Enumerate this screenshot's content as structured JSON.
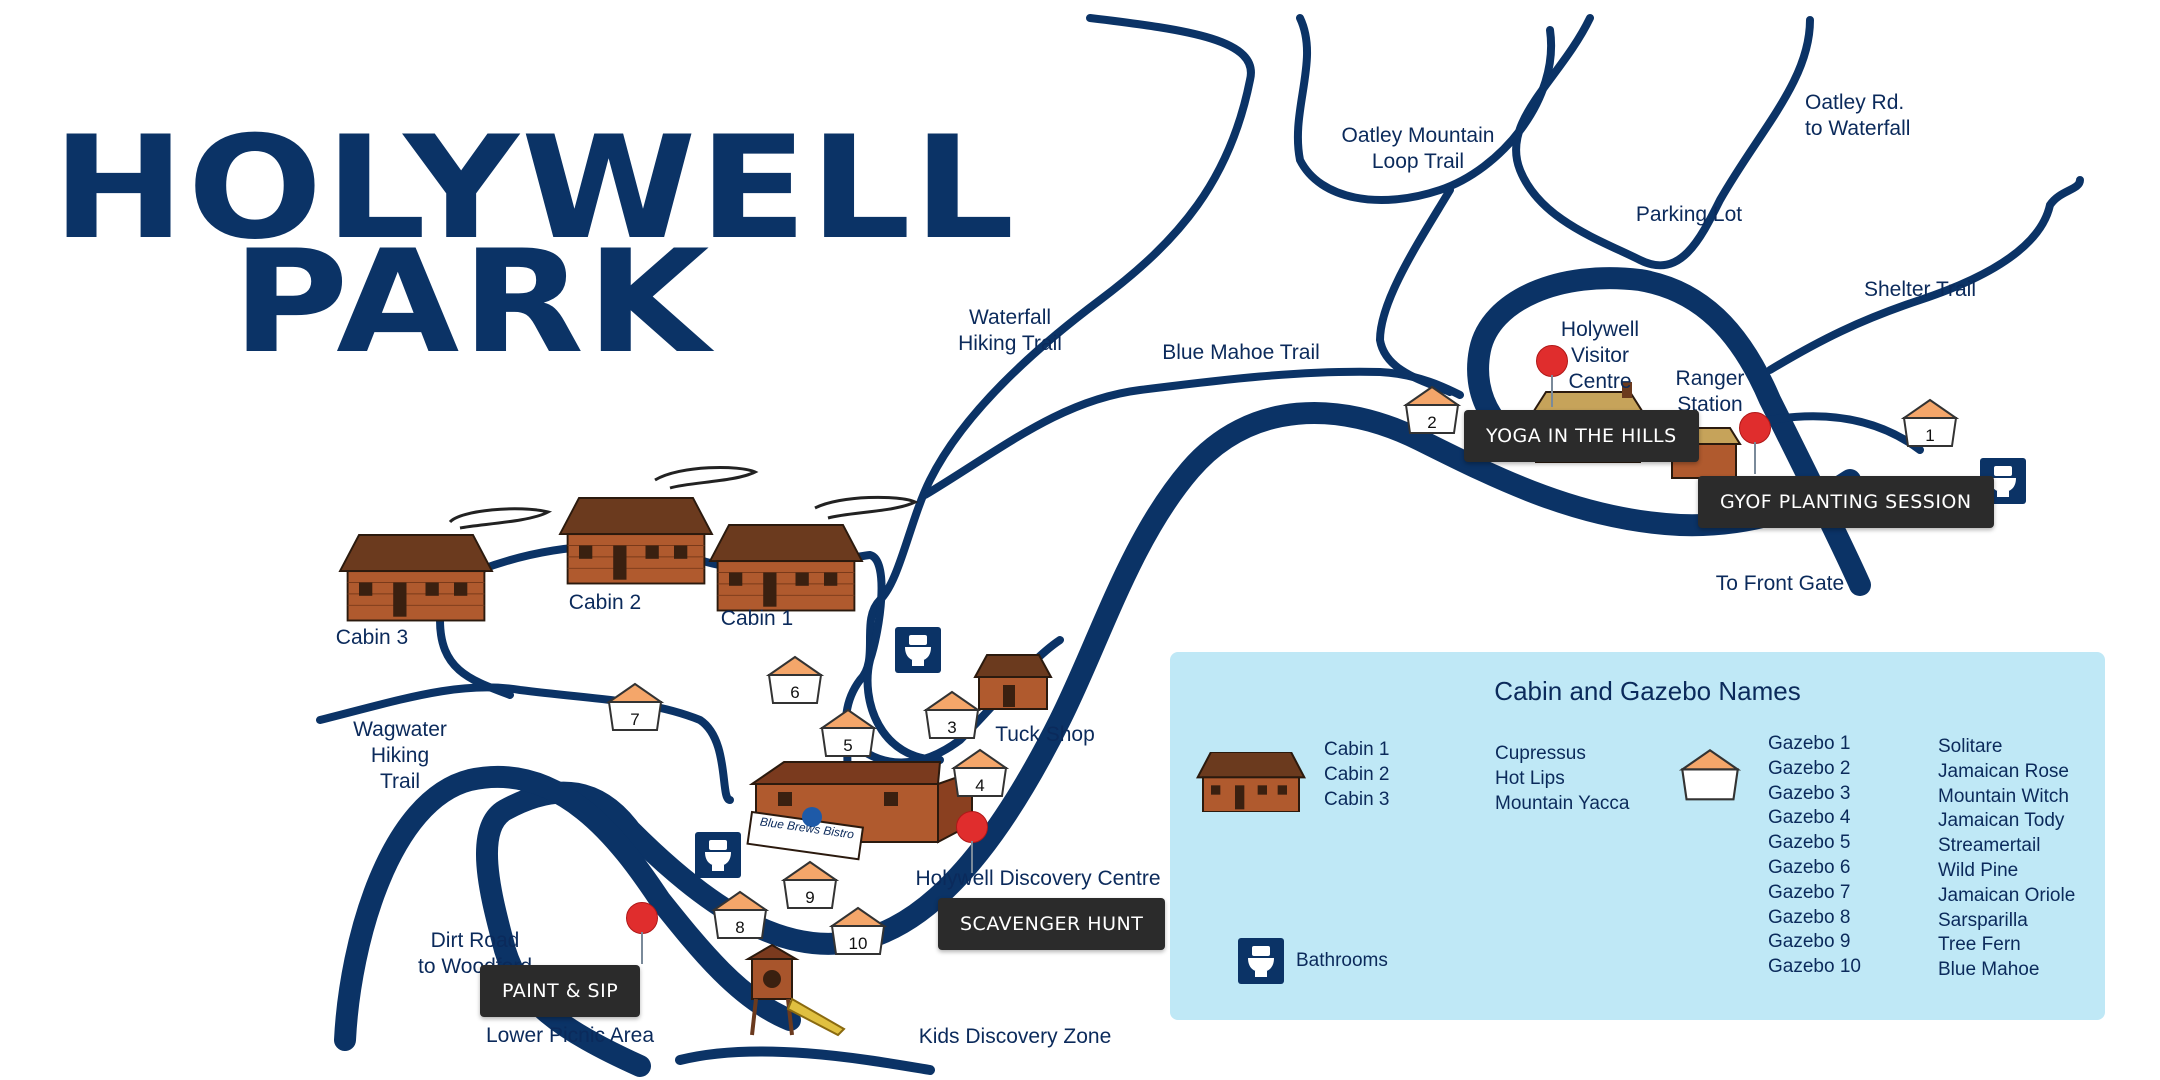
{
  "map": {
    "title_line1": "HOLYWELL",
    "title_line2": "PARK",
    "labels": {
      "oatley_loop": "Oatley Mountain\nLoop Trail",
      "oatley_rd": "Oatley Rd.\nto Waterfall",
      "parking_lot": "Parking Lot",
      "shelter_trail": "Shelter Trail",
      "waterfall_trail": "Waterfall\nHiking Trail",
      "blue_mahoe_trail": "Blue Mahoe Trail",
      "visitor_centre": "Holywell\nVisitor\nCentre",
      "ranger_station": "Ranger\nStation",
      "front_gate": "To Front Gate",
      "cabin_1": "Cabin 1",
      "cabin_2": "Cabin 2",
      "cabin_3": "Cabin 3",
      "tuck_shop": "Tuck Shop",
      "wagwater_trail": "Wagwater\nHiking\nTrail",
      "discovery_centre": "Holywell Discovery Centre",
      "dirt_road": "Dirt Road\nto Woodford",
      "lower_picnic": "Lower Picnic Area",
      "kids_zone": "Kids Discovery Zone",
      "bistro_sign": "Blue Brews Bistro"
    },
    "events": {
      "yoga": "YOGA IN THE HILLS",
      "gyof": "GYOF PLANTING SESSION",
      "scavenger": "SCAVENGER HUNT",
      "paint": "PAINT & SIP"
    },
    "gazebo_numbers": [
      "1",
      "2",
      "3",
      "4",
      "5",
      "6",
      "7",
      "8",
      "9",
      "10"
    ]
  },
  "legend": {
    "title": "Cabin and Gazebo Names",
    "cabins": [
      "Cabin 1",
      "Cabin 2",
      "Cabin 3"
    ],
    "cabin_names": [
      "Cupressus",
      "Hot Lips",
      "Mountain Yacca"
    ],
    "gazebos": [
      "Gazebo 1",
      "Gazebo 2",
      "Gazebo 3",
      "Gazebo 4",
      "Gazebo 5",
      "Gazebo 6",
      "Gazebo 7",
      "Gazebo 8",
      "Gazebo 9",
      "Gazebo 10"
    ],
    "gazebo_names": [
      "Solitare",
      "Jamaican Rose",
      "Mountain Witch",
      "Jamaican Tody",
      "Streamertail",
      "Wild Pine",
      "Jamaican Oriole",
      "Sarsparilla",
      "Tree Fern",
      "Blue Mahoe"
    ],
    "bathrooms": "Bathrooms"
  },
  "colors": {
    "road": "#0b3366",
    "trail": "#0b3366",
    "legend_bg": "#bfe8f6",
    "pin": "#e02d2d",
    "event_bg": "#2b2b2b",
    "cabin_wood": "#a8552c",
    "gazebo_roof": "#f4a66a"
  }
}
